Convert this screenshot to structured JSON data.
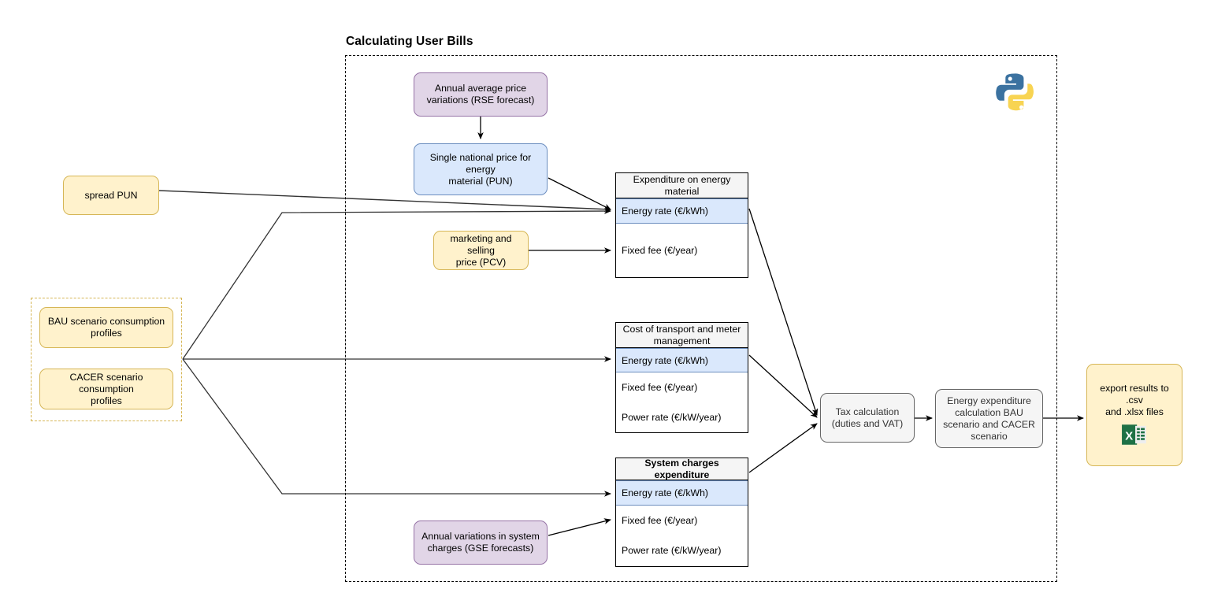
{
  "title": "Calculating User Bills",
  "groups": {
    "calculating": {
      "name": "Calculating User Bills boundary"
    },
    "profiles": {
      "name": "consumption profiles group"
    }
  },
  "icons": {
    "python": "python-logo-icon",
    "excel": "excel-file-icon"
  },
  "nodes": {
    "spread_pun": "spread PUN",
    "bau_profiles": "BAU scenario consumption\nprofiles",
    "cacer_profiles": "CACER scenario consumption\nprofiles",
    "rse_forecast": "Annual average price\nvariations (RSE forecast)",
    "pun": "Single national price for energy\nmaterial (PUN)",
    "pcv": "marketing and selling\nprice (PCV)",
    "gse_forecast": "Annual variations in system\ncharges (GSE forecasts)",
    "tax_calculation": "Tax calculation\n(duties and VAT)",
    "energy_expenditure": "Energy expenditure\ncalculation BAU\nscenario and CACER\nscenario",
    "export_results": "export results to .csv\nand .xlsx files"
  },
  "tables": [
    {
      "id": "expenditure-energy-material",
      "header": "Expenditure on energy\nmaterial",
      "rows": [
        {
          "label": "Energy rate (€/kWh)",
          "highlighted": true
        },
        {
          "label": "Fixed fee (€/year)",
          "highlighted": false
        }
      ]
    },
    {
      "id": "cost-transport-meter",
      "header": "Cost of transport and meter\nmanagement",
      "rows": [
        {
          "label": "Energy rate (€/kWh)",
          "highlighted": true
        },
        {
          "label": "Fixed fee (€/year)",
          "highlighted": false
        },
        {
          "label": "Power rate (€/kW/year)",
          "highlighted": false
        }
      ]
    },
    {
      "id": "system-charges-expenditure",
      "header": "System charges expenditure",
      "rows": [
        {
          "label": "Energy rate (€/kWh)",
          "highlighted": true
        },
        {
          "label": "Fixed fee (€/year)",
          "highlighted": false
        },
        {
          "label": "Power rate (€/kW/year)",
          "highlighted": false
        }
      ]
    }
  ],
  "colors": {
    "yellow_fill": "#fff2cc",
    "yellow_border": "#d6b656",
    "purple_fill": "#e1d5e7",
    "purple_border": "#9673a6",
    "blue_fill": "#dae8fc",
    "blue_border": "#6c8ebf",
    "grey_fill": "#f5f5f5",
    "grey_border": "#666666",
    "edge": "#000000"
  }
}
